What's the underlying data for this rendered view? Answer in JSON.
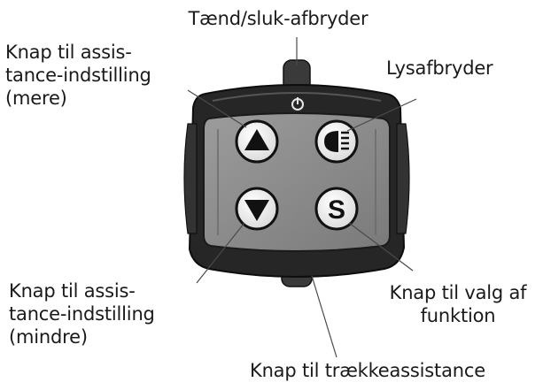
{
  "labels": {
    "power": "Tænd/sluk-afbryder",
    "assist_up": [
      "Knap til assis-",
      "tance-indstilling",
      "(mere)"
    ],
    "light": "Lysafbryder",
    "assist_down": [
      "Knap til assis-",
      "tance-indstilling",
      "(mindre)"
    ],
    "function": [
      "Knap til valg af",
      "funktion"
    ],
    "walk_assist": "Knap til trækkeassistance"
  },
  "icons": {
    "power": "power-icon",
    "up": "triangle-up-icon",
    "down": "triangle-down-icon",
    "light": "headlight-icon",
    "function": "letter-s-icon"
  },
  "colors": {
    "body_dark": "#2b2b2b",
    "face_gray": "#8a8a8a",
    "button_white": "#f2f2f2",
    "line": "#4a4a4a",
    "text": "#1a1a1a"
  }
}
